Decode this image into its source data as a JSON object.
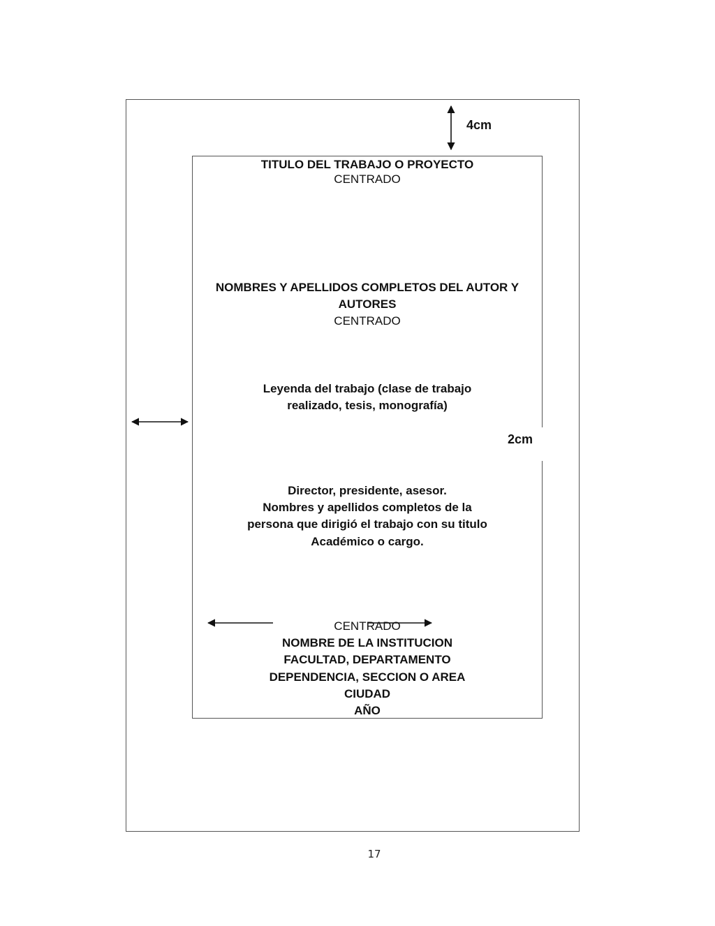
{
  "margin_top_label": "4cm",
  "margin_side_label": "2cm",
  "title": {
    "line1": "TITULO DEL TRABAJO O PROYECTO",
    "note": "CENTRADO"
  },
  "authors": {
    "line1": "NOMBRES Y APELLIDOS COMPLETOS DEL AUTOR Y",
    "line2": "AUTORES",
    "note": "CENTRADO"
  },
  "legend": {
    "line1": "Leyenda del trabajo (clase de trabajo",
    "line2": "realizado, tesis, monografía)"
  },
  "director": {
    "line1": "Director, presidente, asesor.",
    "line2": "Nombres y apellidos completos de la",
    "line3": "persona que dirigió el trabajo con su titulo",
    "line4": "Académico o cargo."
  },
  "institution": {
    "note": "CENTRADO",
    "line1": "NOMBRE DE LA INSTITUCION",
    "line2": "FACULTAD, DEPARTAMENTO",
    "line3": "DEPENDENCIA, SECCION O AREA",
    "line4": "CIUDAD",
    "line5": "AÑO"
  },
  "page_number": "17"
}
